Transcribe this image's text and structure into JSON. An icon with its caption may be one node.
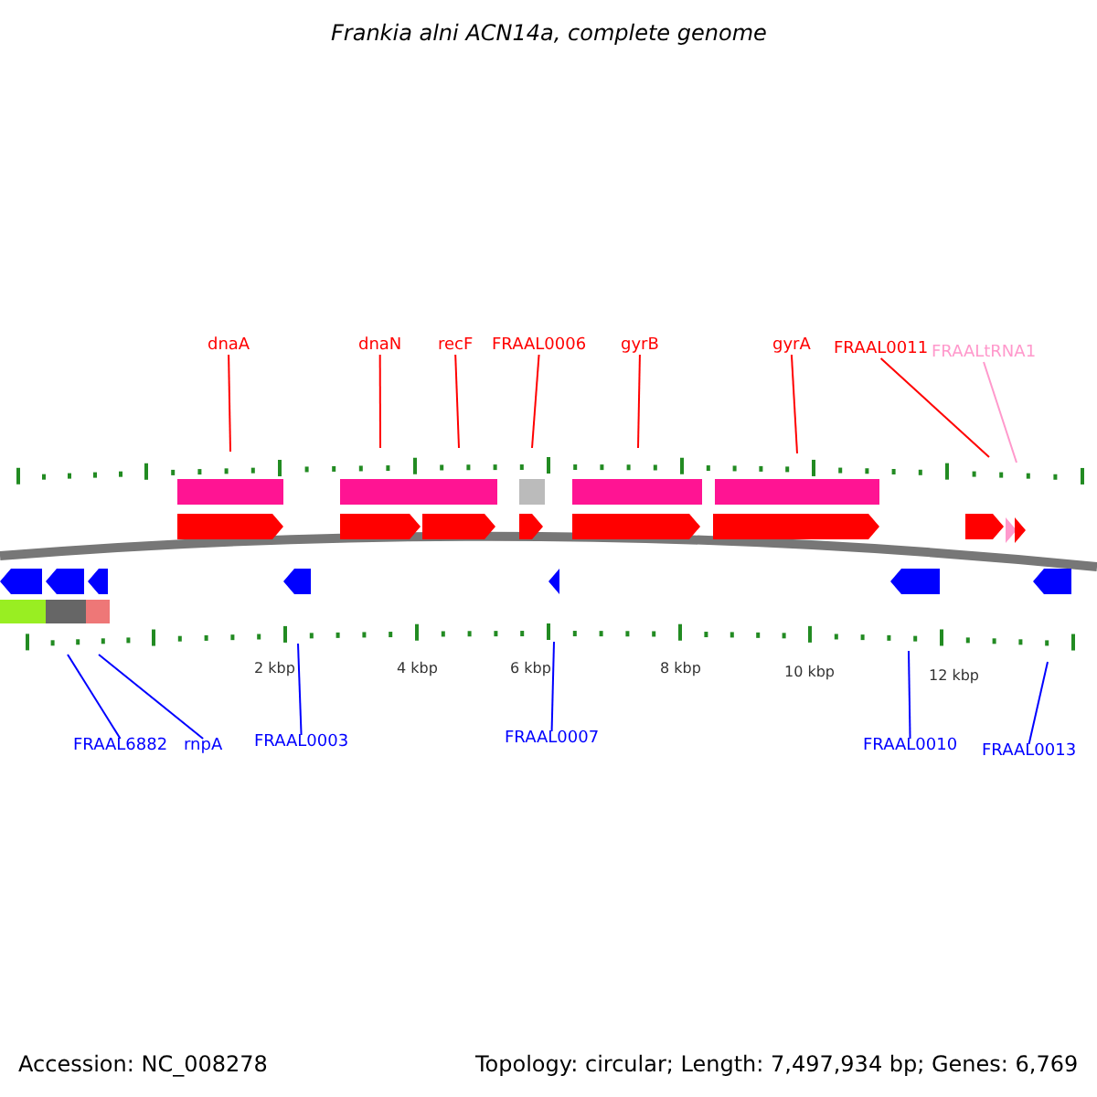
{
  "diagram": {
    "title": "Frankia alni ACN14a, complete genome",
    "nodes": [
      {
        "text": [
          "dnaA"
        ]
      },
      {
        "text": [
          "dnaN"
        ]
      },
      {
        "text": [
          "recF"
        ]
      },
      {
        "text": [
          "FRAAL0006"
        ]
      },
      {
        "text": [
          "gyrB"
        ]
      },
      {
        "text": [
          "gyrA"
        ]
      },
      {
        "text": [
          "FRAAL0011"
        ]
      },
      {
        "text": [
          "FRAALtRNA1"
        ]
      },
      {
        "text": [
          "FRAAL6882"
        ]
      },
      {
        "text": [
          "rnpA"
        ]
      },
      {
        "text": [
          "FRAAL0003"
        ]
      },
      {
        "text": [
          "FRAAL0007"
        ]
      },
      {
        "text": [
          "FRAAL0010"
        ]
      },
      {
        "text": [
          "FRAAL0013"
        ]
      }
    ],
    "edges": [
      {
        "from": 0,
        "to": null,
        "arrow": "none"
      },
      {
        "from": 1,
        "to": null,
        "arrow": "none"
      },
      {
        "from": 2,
        "to": null,
        "arrow": "none"
      },
      {
        "from": 3,
        "to": null,
        "arrow": "none"
      },
      {
        "from": 4,
        "to": null,
        "arrow": "none"
      },
      {
        "from": 5,
        "to": null,
        "arrow": "none"
      },
      {
        "from": 6,
        "to": null,
        "arrow": "none"
      },
      {
        "from": 7,
        "to": null,
        "arrow": "none",
        "color": "#ff99cc"
      },
      {
        "from": 8,
        "to": null,
        "arrow": "none",
        "color": "#0000ff"
      },
      {
        "from": 9,
        "to": null,
        "arrow": "none",
        "color": "#0000ff"
      },
      {
        "from": 10,
        "to": null,
        "arrow": "none",
        "color": "#0000ff"
      },
      {
        "from": 11,
        "to": null,
        "arrow": "none",
        "color": "#0000ff"
      },
      {
        "from": 12,
        "to": null,
        "arrow": "none",
        "color": "#0000ff"
      },
      {
        "from": 13,
        "to": null,
        "arrow": "none",
        "color": "#0000ff"
      }
    ],
    "labels": [
      "2 kbp",
      "4 kbp",
      "6 kbp",
      "8 kbp",
      "10 kbp",
      "12 kbp",
      "Accession: NC_008278",
      "Topology: circular; Length: 7,497,934 bp; Genes: 6,769"
    ]
  }
}
